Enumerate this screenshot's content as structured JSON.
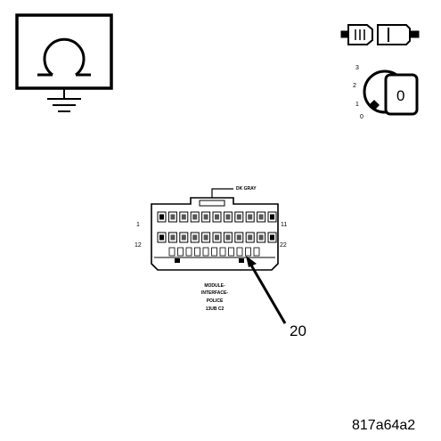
{
  "connector": {
    "wire_color": "DK GRAY",
    "pin_top_left": "1",
    "pin_top_right": "11",
    "pin_bottom_left": "12",
    "pin_bottom_right": "22",
    "caption_lines": [
      "MODULE-",
      "INTERFACE-",
      "POLICE",
      "13UB C2"
    ]
  },
  "callout": "20",
  "ignition": {
    "positions": [
      "3",
      "2",
      "1",
      "0"
    ],
    "cylinder_label": "0"
  },
  "figure_id": "817a64a2",
  "icons": [
    "ohm-ground-icon",
    "connector-plug-icon",
    "ignition-switch-icon"
  ]
}
